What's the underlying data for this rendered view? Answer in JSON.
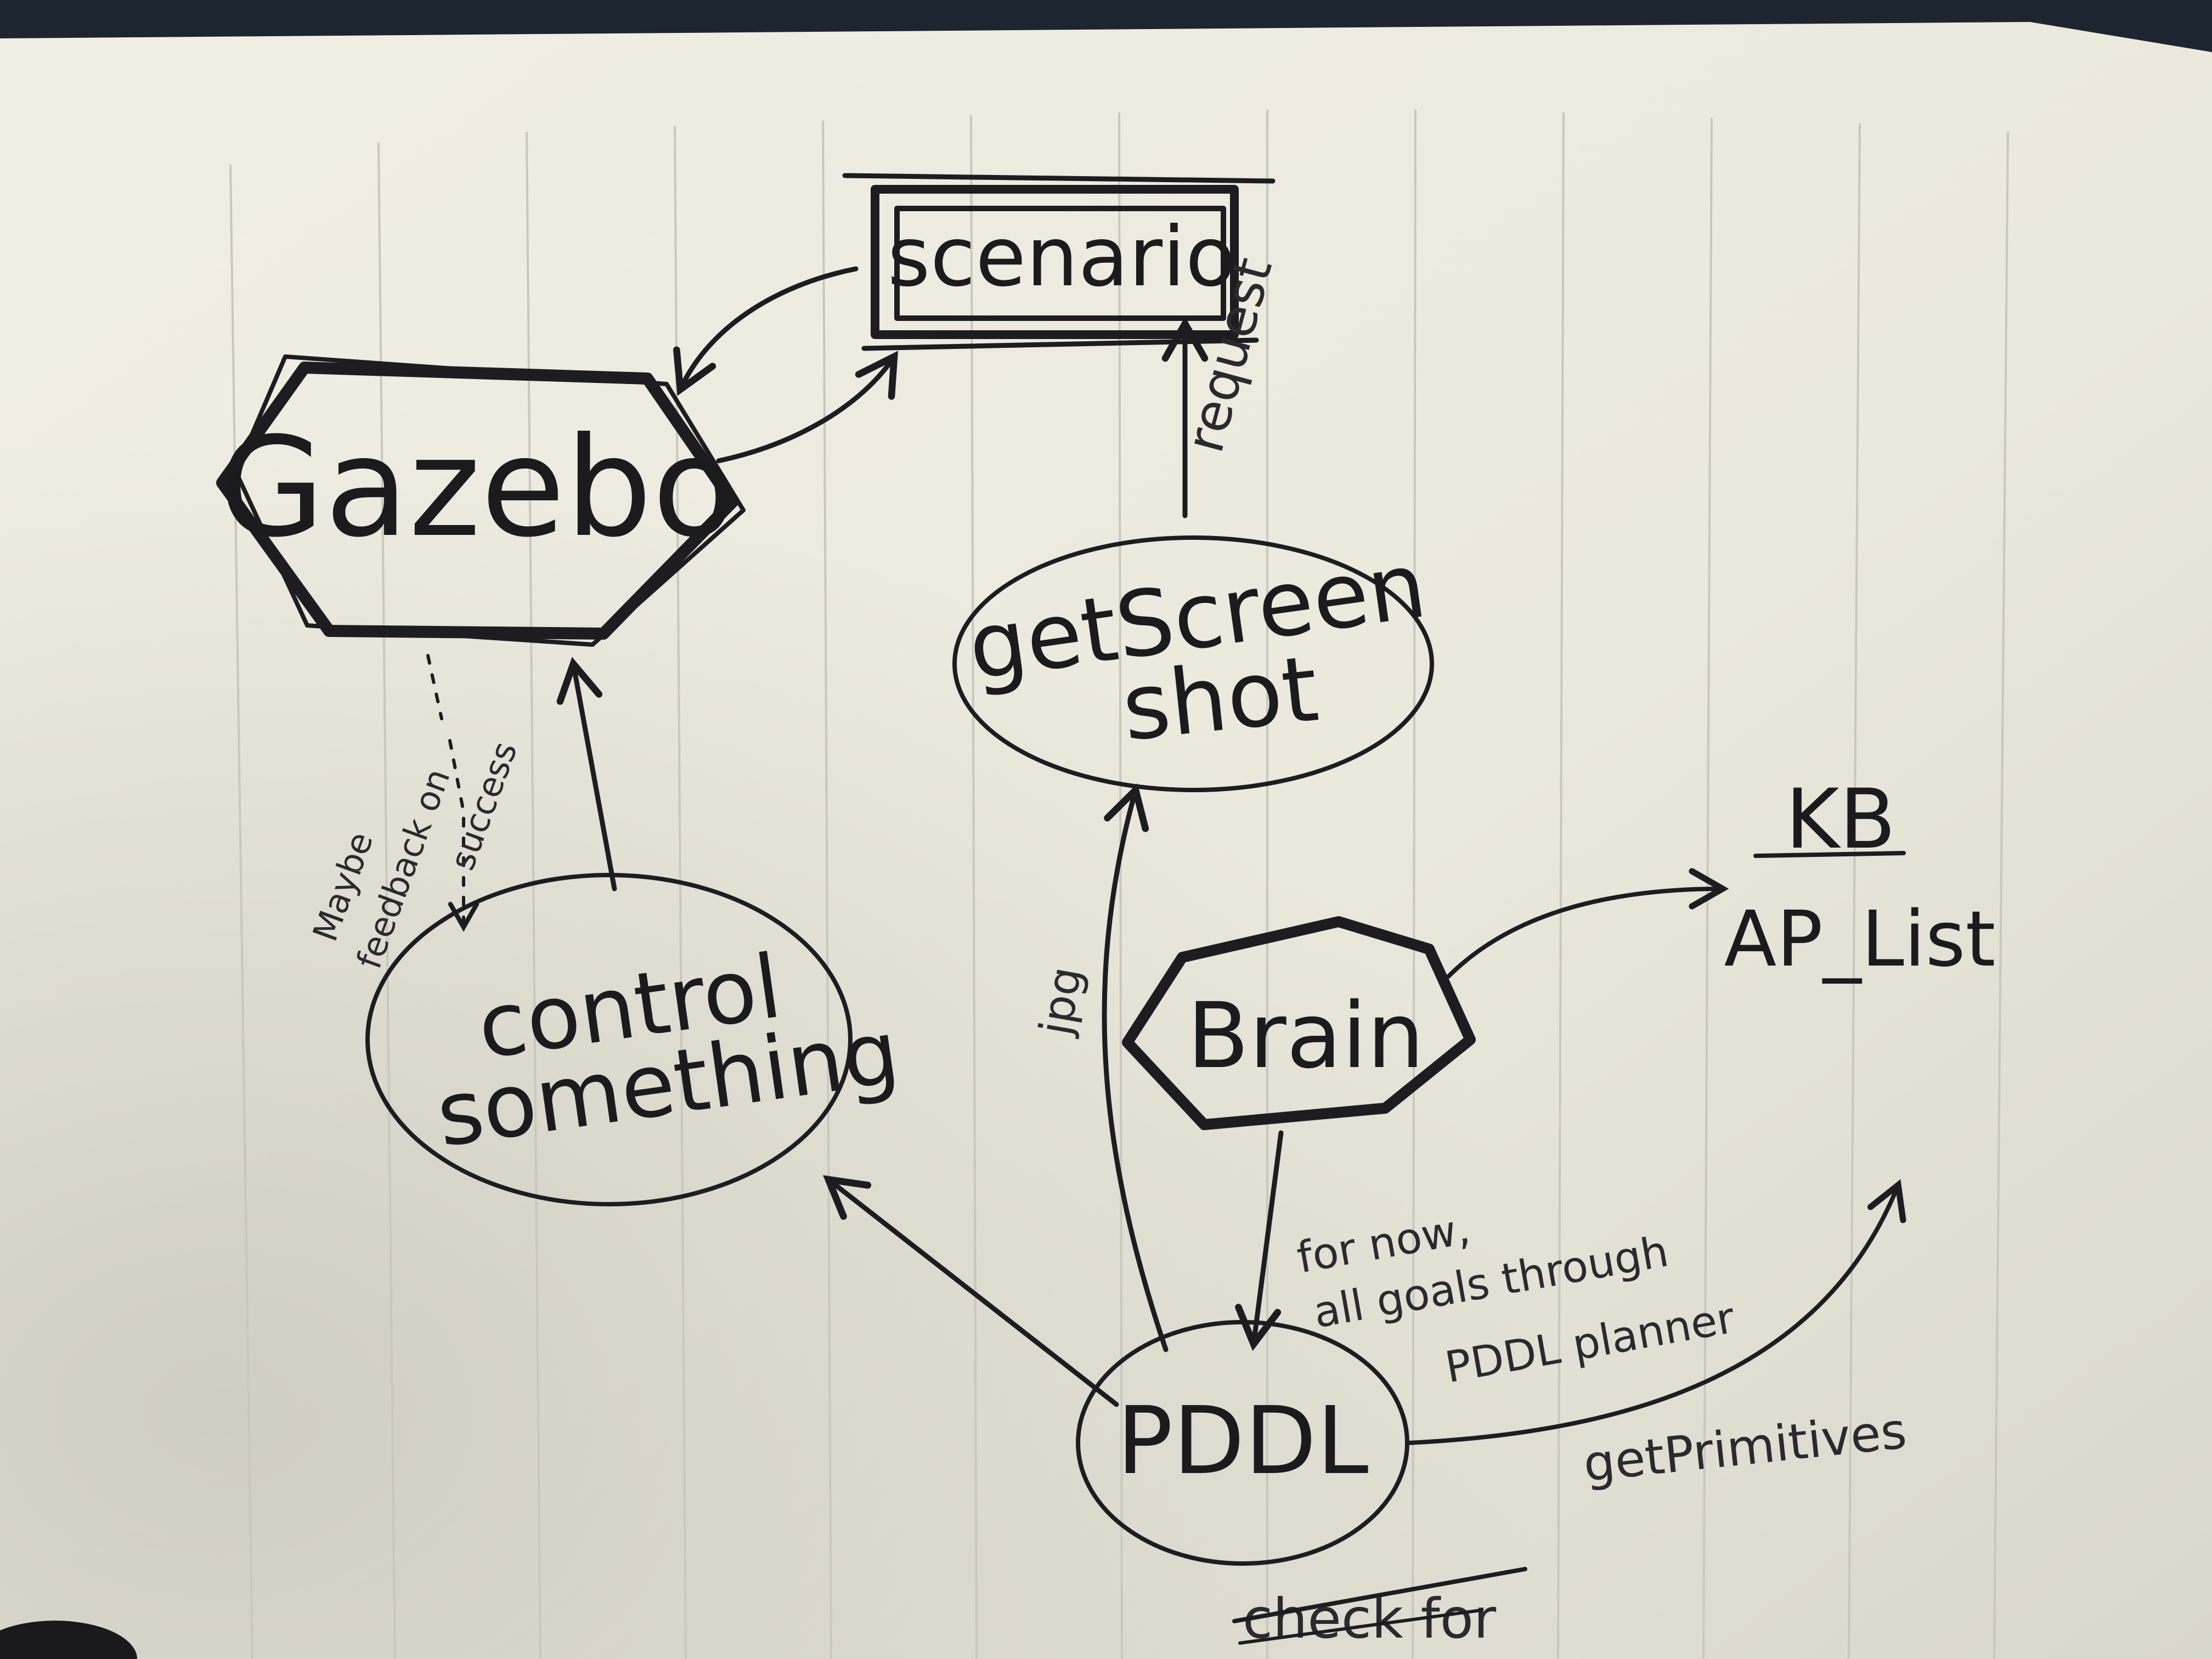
{
  "diagram": {
    "nodes": {
      "scenario": {
        "label": "scenario",
        "shape": "double-rectangle"
      },
      "gazebo": {
        "label": "Gazebo",
        "shape": "hexagon"
      },
      "get_screenshot": {
        "label_line1": "getScreen",
        "label_line2": "shot",
        "shape": "ellipse"
      },
      "control_something": {
        "label_line1": "control",
        "label_line2": "something",
        "shape": "ellipse"
      },
      "brain": {
        "label": "Brain",
        "shape": "hexagon"
      },
      "pddl": {
        "label": "PDDL",
        "shape": "ellipse"
      },
      "kb": {
        "label": "KB",
        "sublabel": "AP_List"
      }
    },
    "edges": {
      "request": {
        "from": "get_screenshot",
        "to": "scenario",
        "label": "request"
      },
      "feedback": {
        "from": "gazebo",
        "to": "control_something",
        "label_line1": "Maybe",
        "label_line2": "feedback on",
        "label_line3": "success"
      },
      "jpg": {
        "from": "pddl",
        "to": "get_screenshot",
        "label": "jpg"
      },
      "goals": {
        "from": "brain",
        "to": "pddl",
        "label_line1": "for now,",
        "label_line2": "all goals through",
        "label_line3": "PDDL planner"
      },
      "primitives": {
        "from": "pddl",
        "to": "kb",
        "label": "getPrimitives"
      },
      "struck": {
        "label": "check for",
        "struck_through": true
      }
    }
  },
  "colors": {
    "paper": "#eeebe0",
    "ink": "#1d1d21",
    "background": "#1c2530"
  }
}
